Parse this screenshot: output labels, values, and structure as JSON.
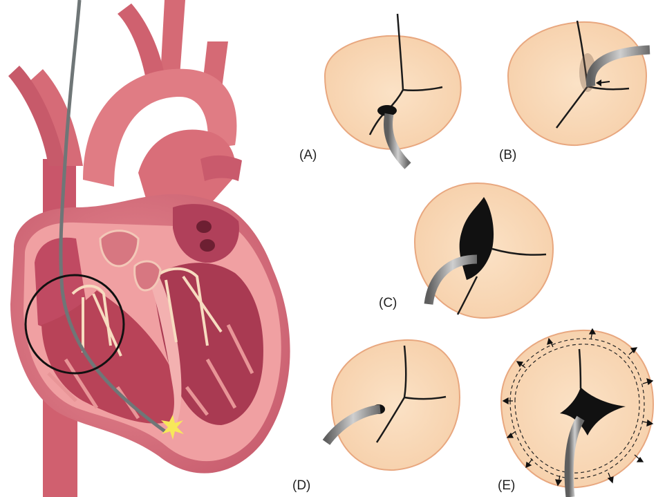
{
  "colors": {
    "heart": "#e07c84",
    "heart_dark": "#b84a5c",
    "heart_light": "#f2a7a8",
    "valve_fill": "#f9d9b8",
    "valve_edge": "#e8a77f",
    "catheter": "#8c8c8c",
    "spark": "#f7e85a"
  },
  "panels": [
    {
      "id": "A",
      "label": "(A)"
    },
    {
      "id": "B",
      "label": "(B)"
    },
    {
      "id": "C",
      "label": "(C)"
    },
    {
      "id": "D",
      "label": "(D)"
    },
    {
      "id": "E",
      "label": "(E)"
    }
  ]
}
